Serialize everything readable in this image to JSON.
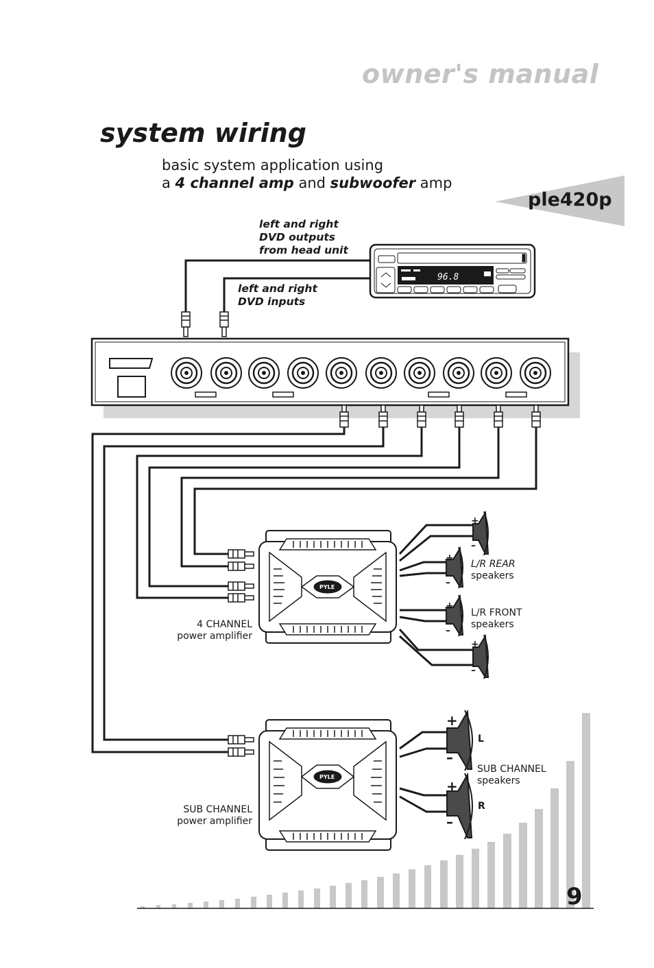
{
  "header": {
    "title": "owner's manual"
  },
  "section": {
    "title": "system wiring",
    "subtitle_line1": "basic system application using",
    "subtitle_prefix": "a ",
    "subtitle_bold1": "4 channel amp",
    "subtitle_mid": " and ",
    "subtitle_bold2": "subwoofer",
    "subtitle_suffix": " amp"
  },
  "model": "ple420p",
  "labels": {
    "head_unit_outputs": [
      "left and right",
      "DVD outputs",
      "from head unit"
    ],
    "dvd_inputs": [
      "left and right",
      "DVD inputs"
    ],
    "display_freq": "96.8",
    "rear_speakers": [
      "L/R REAR",
      "speakers"
    ],
    "front_speakers": [
      "L/R FRONT",
      "speakers"
    ],
    "amp4": [
      "4 CHANNEL",
      "power amplifier"
    ],
    "sub_amp": [
      "SUB CHANNEL",
      "power amplifier"
    ],
    "sub_speakers": [
      "SUB CHANNEL",
      "speakers"
    ],
    "sub_left": "L",
    "sub_right": "R",
    "plus": "+",
    "minus": "–",
    "amp_brand": "PYLE"
  },
  "page_number": "9",
  "colors": {
    "ink": "#1a1a1a",
    "gray": "#c4c4c4",
    "shadow": "#d9d9d9"
  }
}
